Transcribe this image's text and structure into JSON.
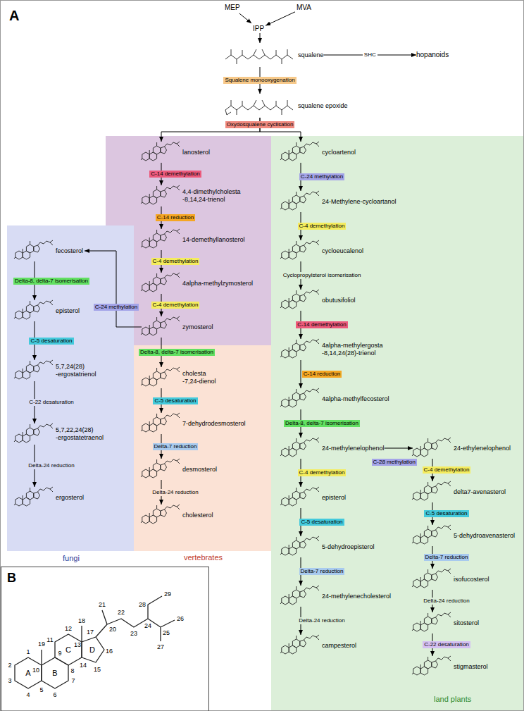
{
  "diagram": {
    "nodes": [
      {
        "text": [
          "A"
        ]
      },
      {
        "text": [
          "MEP"
        ],
        "in": 0
      },
      {
        "text": [
          "MVA"
        ],
        "in": 0
      },
      {
        "text": [
          "IPP"
        ],
        "in": 0
      },
      {
        "text": [
          "squalene"
        ],
        "in": 0
      },
      {
        "text": [
          "hopanoids"
        ],
        "in": 0
      },
      {
        "text": [
          "squalene epoxide"
        ],
        "in": 0
      },
      {
        "text": [
          "lanosterol"
        ],
        "in": 0
      },
      {
        "text": [
          "4,4-dimethylcholesta -8,14,24-trienol"
        ],
        "in": 0
      },
      {
        "text": [
          "14-demethyllanosterol"
        ],
        "in": 0
      },
      {
        "text": [
          "4alpha-methylzymosterol"
        ],
        "in": 0
      },
      {
        "text": [
          "zymosterol"
        ],
        "in": 0
      },
      {
        "text": [
          "fungi"
        ],
        "in": 0
      },
      {
        "text": [
          "fecosterol"
        ],
        "in": 12
      },
      {
        "text": [
          "episterol"
        ],
        "in": 12
      },
      {
        "text": [
          "5,7,24(28) -ergostatrienol"
        ],
        "in": 12
      },
      {
        "text": [
          "5,7,22,24(28) -ergostatetraenol"
        ],
        "in": 12
      },
      {
        "text": [
          "ergosterol"
        ],
        "in": 12
      },
      {
        "text": [
          "vertebrates"
        ],
        "in": 0
      },
      {
        "text": [
          "cholesta -7,24-dienol"
        ],
        "in": 18
      },
      {
        "text": [
          "7-dehydrodesmosterol"
        ],
        "in": 18
      },
      {
        "text": [
          "desmosterol"
        ],
        "in": 18
      },
      {
        "text": [
          "cholesterol"
        ],
        "in": 18
      },
      {
        "text": [
          "land plants"
        ],
        "in": 0
      },
      {
        "text": [
          "cycloartenol"
        ],
        "in": 23
      },
      {
        "text": [
          "24-Methylene-cycloartanol"
        ],
        "in": 23
      },
      {
        "text": [
          "cycloeucalenol"
        ],
        "in": 23
      },
      {
        "text": [
          "obutusifoliol"
        ],
        "in": 23
      },
      {
        "text": [
          "4alpha-methylergosta -8,14,24(28)-trienol"
        ],
        "in": 23
      },
      {
        "text": [
          "4alpha-methylfecosterol"
        ],
        "in": 23
      },
      {
        "text": [
          "24-methylenelophenol"
        ],
        "in": 23
      },
      {
        "text": [
          "24-ethylenelophenol"
        ],
        "in": 23
      },
      {
        "text": [
          "episterol"
        ],
        "in": 23
      },
      {
        "text": [
          "delta7-avenasterol"
        ],
        "in": 23
      },
      {
        "text": [
          "5-dehydroepisterol"
        ],
        "in": 23
      },
      {
        "text": [
          "5-dehydroavenasterol"
        ],
        "in": 23
      },
      {
        "text": [
          "24-methylenecholesterol"
        ],
        "in": 23
      },
      {
        "text": [
          "isofucosterol"
        ],
        "in": 23
      },
      {
        "text": [
          "campesterol"
        ],
        "in": 23
      },
      {
        "text": [
          "sitosterol"
        ],
        "in": 23
      },
      {
        "text": [
          "stigmasterol"
        ],
        "in": 23
      },
      {
        "text": [
          "B"
        ],
        "in": 0
      }
    ],
    "edges": [
      {
        "from": 1,
        "to": 3,
        "arrow": "to"
      },
      {
        "from": 2,
        "to": 3,
        "arrow": "to"
      },
      {
        "from": 3,
        "to": 4,
        "arrow": "to"
      },
      {
        "from": 4,
        "to": 5,
        "arrow": "to",
        "label": "SHC"
      },
      {
        "from": 4,
        "to": 6,
        "arrow": "to",
        "label": "Squalene monooxygenation"
      },
      {
        "from": 6,
        "to": 7,
        "arrow": "to",
        "label": "Oxydosqualene cyclisation"
      },
      {
        "from": 6,
        "to": 24,
        "arrow": "to"
      },
      {
        "from": 7,
        "to": 8,
        "arrow": "to",
        "label": "C-14 demethylation"
      },
      {
        "from": 8,
        "to": 9,
        "arrow": "to",
        "label": "C-14 reduction"
      },
      {
        "from": 9,
        "to": 10,
        "arrow": "to",
        "label": "C-4 demethylation"
      },
      {
        "from": 10,
        "to": 11,
        "arrow": "to",
        "label": "C-4 demethylation"
      },
      {
        "from": 11,
        "to": 13,
        "arrow": "to",
        "label": "C-24 methylation"
      },
      {
        "from": 11,
        "to": 19,
        "arrow": "to",
        "label": "Delta-8, delta-7 isomerisation"
      },
      {
        "from": 13,
        "to": 14,
        "arrow": "to",
        "label": "Delta-8, delta-7 isomerisation"
      },
      {
        "from": 14,
        "to": 15,
        "arrow": "to",
        "label": "C-5 desaturation"
      },
      {
        "from": 15,
        "to": 16,
        "arrow": "to",
        "label": "C-22 desaturation"
      },
      {
        "from": 16,
        "to": 17,
        "arrow": "to",
        "label": "Delta-24 reduction"
      },
      {
        "from": 19,
        "to": 20,
        "arrow": "to",
        "label": "C-5 desaturation"
      },
      {
        "from": 20,
        "to": 21,
        "arrow": "to",
        "label": "Delta-7 reduction"
      },
      {
        "from": 21,
        "to": 22,
        "arrow": "to",
        "label": "Delta-24 reduction"
      },
      {
        "from": 24,
        "to": 25,
        "arrow": "to",
        "label": "C-24 methylation"
      },
      {
        "from": 25,
        "to": 26,
        "arrow": "to",
        "label": "C-4 demethylation"
      },
      {
        "from": 26,
        "to": 27,
        "arrow": "to",
        "label": "Cyclopropylsterol isomerisation"
      },
      {
        "from": 27,
        "to": 28,
        "arrow": "to",
        "label": "C-14 demethylation"
      },
      {
        "from": 28,
        "to": 29,
        "arrow": "to",
        "label": "C-14 reduction"
      },
      {
        "from": 29,
        "to": 30,
        "arrow": "to",
        "label": "Delta-8, delta-7 isomerisation"
      },
      {
        "from": 30,
        "to": 31,
        "arrow": "to",
        "label": "C-28 methylation"
      },
      {
        "from": 30,
        "to": 32,
        "arrow": "to",
        "label": "C-4 demethylation"
      },
      {
        "from": 32,
        "to": 34,
        "arrow": "to",
        "label": "C-5 desaturation"
      },
      {
        "from": 34,
        "to": 36,
        "arrow": "to",
        "label": "Delta-7 reduction"
      },
      {
        "from": 36,
        "to": 38,
        "arrow": "to",
        "label": "Delta-24 reduction"
      },
      {
        "from": 31,
        "to": 33,
        "arrow": "to",
        "label": "C-4 demethylation"
      },
      {
        "from": 33,
        "to": 35,
        "arrow": "to",
        "label": "C-5 desaturation"
      },
      {
        "from": 35,
        "to": 37,
        "arrow": "to",
        "label": "Delta-7 reduction"
      },
      {
        "from": 37,
        "to": 39,
        "arrow": "to",
        "label": "Delta-24 reduction"
      },
      {
        "from": 39,
        "to": 40,
        "arrow": "to",
        "label": "C-22 desaturation"
      }
    ],
    "labels": [
      "1",
      "2",
      "3",
      "4",
      "5",
      "6",
      "7",
      "8",
      "9",
      "10",
      "11",
      "12",
      "13",
      "14",
      "15",
      "16",
      "17",
      "18",
      "19",
      "20",
      "21",
      "22",
      "23",
      "24",
      "25",
      "26",
      "27",
      "28",
      "29",
      "A",
      "B",
      "C",
      "D"
    ]
  }
}
